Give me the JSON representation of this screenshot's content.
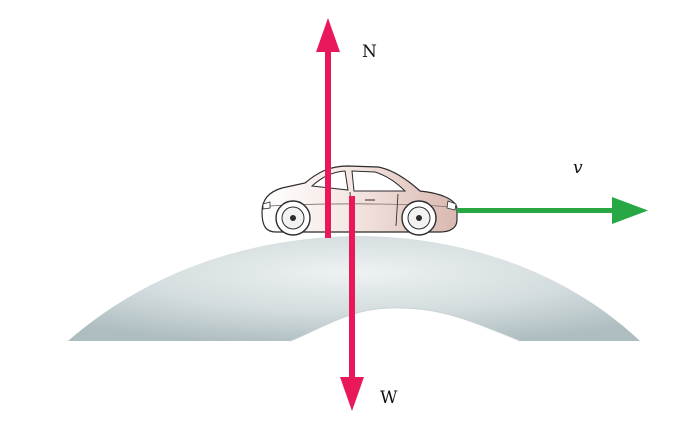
{
  "labels": {
    "normal_force": "N",
    "weight": "W",
    "velocity": "v"
  },
  "colors": {
    "force_arrows": "#e8185a",
    "velocity_arrow": "#27a844",
    "hill_light": "#e6eced",
    "hill_dark": "#b4c1c4",
    "car_body": "#f1e0dc",
    "car_outline": "#2b2b2b"
  },
  "icons": {
    "car": "car-icon"
  }
}
